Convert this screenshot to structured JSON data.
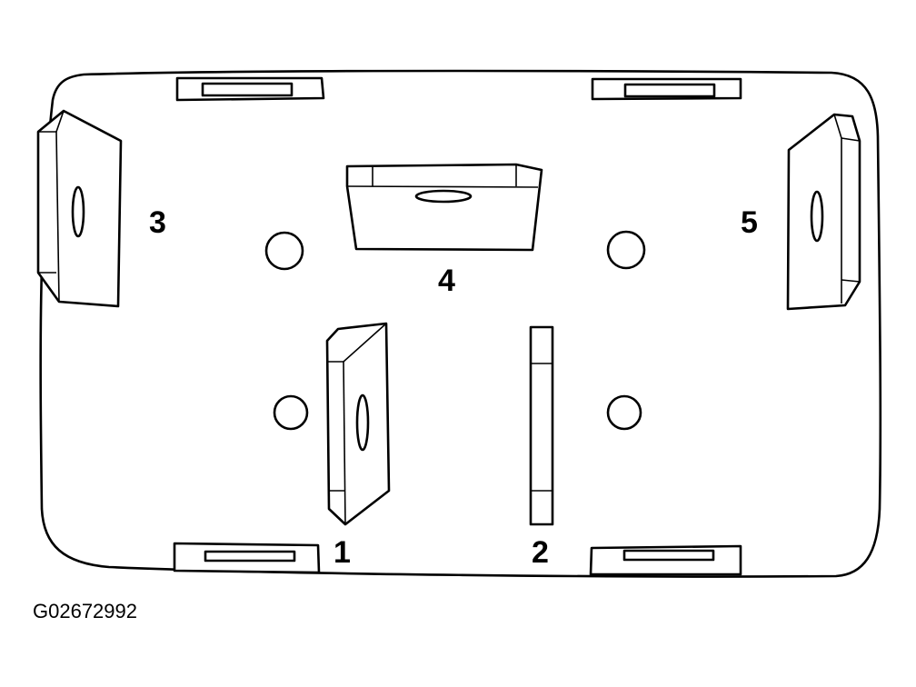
{
  "figure_code": "G02672992",
  "terminals": [
    {
      "id": "1",
      "label": "1"
    },
    {
      "id": "2",
      "label": "2"
    },
    {
      "id": "3",
      "label": "3"
    },
    {
      "id": "4",
      "label": "4"
    },
    {
      "id": "5",
      "label": "5"
    }
  ],
  "colors": {
    "line": "#000000",
    "background": "#ffffff"
  }
}
